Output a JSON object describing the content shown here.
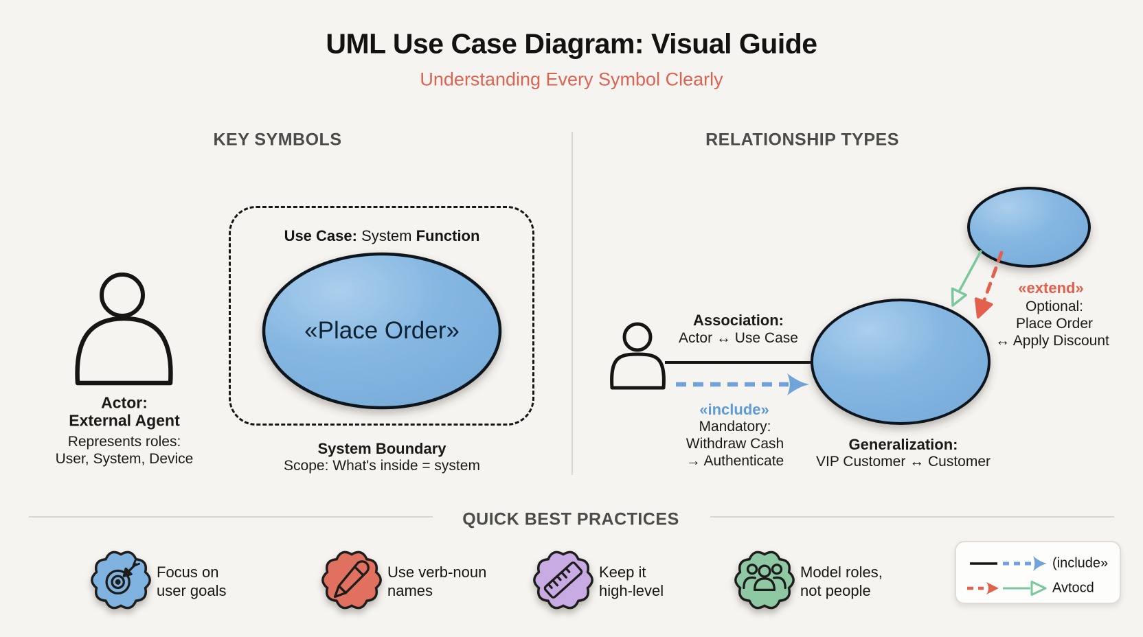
{
  "header": {
    "title": "UML Use Case Diagram: Visual Guide",
    "subtitle": "Understanding Every Symbol Clearly"
  },
  "left_panel": {
    "heading": "KEY SYMBOLS",
    "actor": {
      "label_line1": "Actor:",
      "label_line2": "External Agent",
      "desc_line1": "Represents roles:",
      "desc_line2": "User, System, Device"
    },
    "use_case_box": {
      "label_bold": "Use Case:",
      "label_mid": "System",
      "label_end": "Function",
      "ellipse_label": "«Place Order»",
      "caption_line1": "System Boundary",
      "caption_line2": "Scope: What's inside = system"
    }
  },
  "right_panel": {
    "heading": "RELATIONSHIP TYPES",
    "association": {
      "label": "Association:",
      "desc": "Actor ↔ Use Case"
    },
    "include": {
      "tag": "«include»",
      "line1": "Mandatory:",
      "line2": "Withdraw Cash",
      "line3": "→ Authenticate"
    },
    "extend": {
      "tag": "«extend»",
      "line1": "Optional:",
      "line2": "Place Order",
      "line3": "↔ Apply Discount"
    },
    "generalization": {
      "label": "Generalization:",
      "desc": "VIP Customer ↔ Customer"
    }
  },
  "best_practices": {
    "heading": "QUICK BEST PRACTICES",
    "items": [
      {
        "icon": "target-icon",
        "color": "#7FB2DE",
        "line1": "Focus on",
        "line2": "user goals"
      },
      {
        "icon": "pencil-icon",
        "color": "#E0705F",
        "line1": "Use verb-noun",
        "line2": "names"
      },
      {
        "icon": "ruler-icon",
        "color": "#C9ABE3",
        "line1": "Keep it",
        "line2": "high-level"
      },
      {
        "icon": "people-icon",
        "color": "#8FC9A3",
        "line1": "Model roles,",
        "line2": "not people"
      }
    ],
    "legend": {
      "row1_label": "(include»",
      "row2_label": "Avtocd"
    }
  },
  "palette": {
    "page_bg": "#F6F4F0",
    "title_text": "#141210",
    "subtitle_red": "#DC6352",
    "heading_gray": "#4B4B49",
    "body_text": "#1B1A18",
    "ellipse_fill": "#85B7E2",
    "ellipse_stroke": "#10161E",
    "include_blue": "#6FA3DA",
    "extend_red": "#E2604C",
    "generalization_green": "#7BC79C",
    "badge_blue": "#7FB2DE",
    "badge_red": "#E0705F",
    "badge_purple": "#C9ABE3",
    "badge_green": "#8FC9A3"
  }
}
